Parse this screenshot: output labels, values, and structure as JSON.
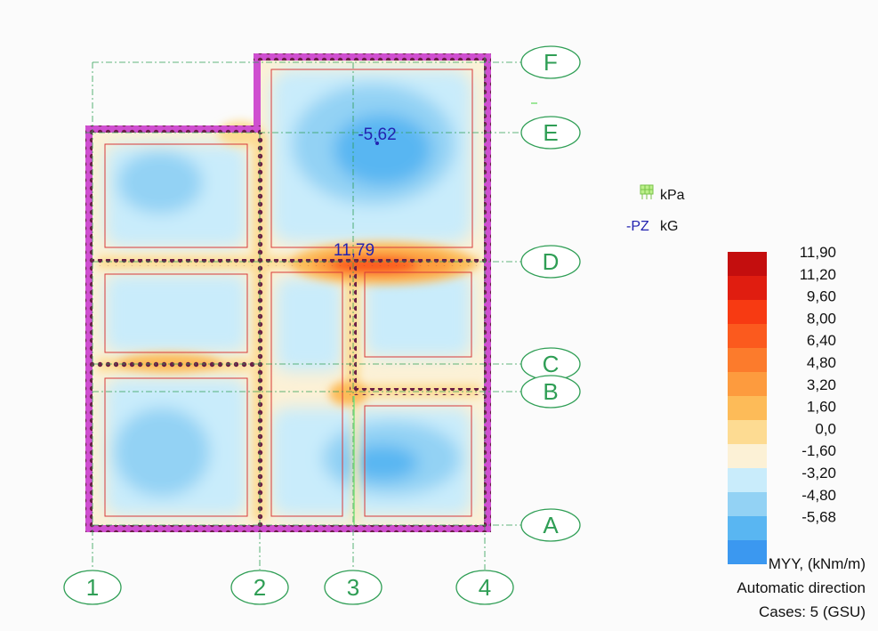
{
  "result": {
    "quantity_label": "MYY, (kNm/m)",
    "direction_label": "Automatic direction",
    "cases_label": "Cases: 5 (GSU)"
  },
  "units": {
    "load_unit": "kPa",
    "pz_symbol": "-PZ",
    "pz_unit": "kG",
    "load_icon": "load-grid-icon"
  },
  "grid_axes": {
    "letters": [
      "A",
      "B",
      "C",
      "D",
      "E",
      "F"
    ],
    "numbers": [
      "1",
      "2",
      "3",
      "4"
    ]
  },
  "annotations": {
    "min_value": "-5,62",
    "max_value": "11,79"
  },
  "color_scale": {
    "labels": [
      "11,90",
      "11,20",
      "9,60",
      "8,00",
      "6,40",
      "4,80",
      "3,20",
      "1,60",
      "0,0",
      "-1,60",
      "-3,20",
      "-4,80",
      "-5,68"
    ],
    "colors": [
      "#c40e0e",
      "#e01d10",
      "#f73a12",
      "#fb5a1e",
      "#fc7b2c",
      "#fd9b3e",
      "#fdbb58",
      "#fddb92",
      "#fcf1d6",
      "#c9ecfb",
      "#93d2f4",
      "#59b6f2",
      "#3b98f0"
    ]
  },
  "colors": {
    "wall": "#cf4fd0",
    "contour_label": "#2323b0",
    "grid_bubble": "#2f9e55"
  }
}
